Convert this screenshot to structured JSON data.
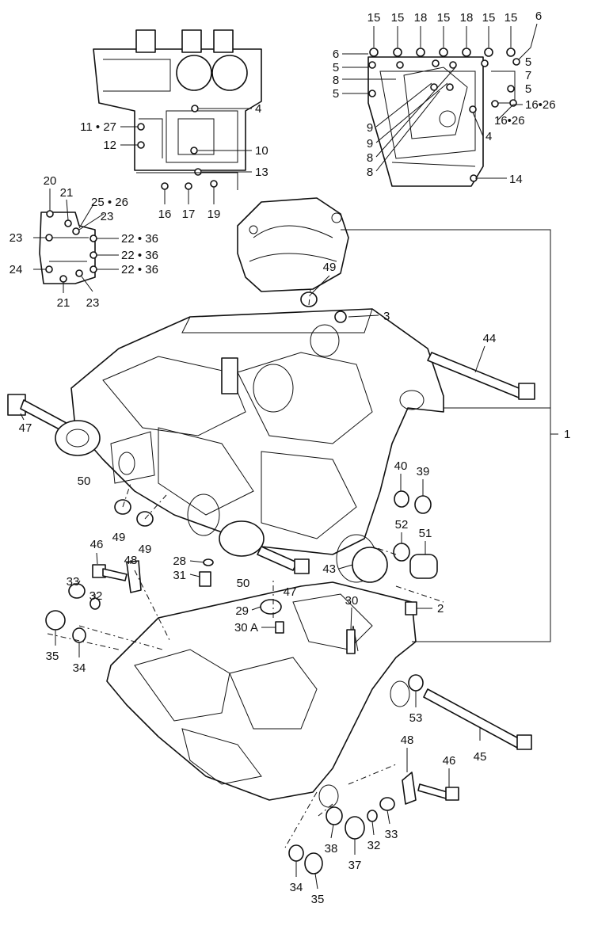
{
  "callouts": {
    "top_right_row": [
      "15",
      "15",
      "18",
      "15",
      "18",
      "15",
      "15"
    ],
    "tr_6a": "6",
    "tr_6b": "6",
    "tr_5a": "5",
    "tr_5b": "5",
    "tr_5c": "5",
    "tr_5d": "5",
    "tr_7": "7",
    "tr_8a": "8",
    "tr_8b": "8",
    "tr_8c": "8",
    "tr_9a": "9",
    "tr_9b": "9",
    "tr_16_26a": "16•26",
    "tr_16_26b": "16•26",
    "tr_4": "4",
    "tr_14": "14",
    "tl_4": "4",
    "tl_11_27": "11 • 27",
    "tl_12": "12",
    "tl_10": "10",
    "tl_13": "13",
    "tl_16": "16",
    "tl_17": "17",
    "tl_19": "19",
    "sp_20": "20",
    "sp_21a": "21",
    "sp_25_26": "25 • 26",
    "sp_23a": "23",
    "sp_23b": "23",
    "sp_23c": "23",
    "sp_24": "24",
    "sp_21b": "21",
    "sp_22_36a": "22 • 36",
    "sp_22_36b": "22 • 36",
    "sp_22_36c": "22 • 36",
    "m_49a": "49",
    "m_3": "3",
    "m_44": "44",
    "m_1": "1",
    "m_47a": "47",
    "m_50a": "50",
    "m_49b": "49",
    "m_49c": "49",
    "m_40": "40",
    "m_39": "39",
    "m_52": "52",
    "m_51": "51",
    "m_46a": "46",
    "m_48a": "48",
    "m_28": "28",
    "m_31": "31",
    "m_50b": "50",
    "m_47b": "47",
    "m_43": "43",
    "m_33a": "33",
    "m_32a": "32",
    "m_35a": "35",
    "m_34a": "34",
    "m_29": "29",
    "m_30a": "30 A",
    "m_30": "30",
    "m_2": "2",
    "m_53": "53",
    "m_45": "45",
    "m_48b": "48",
    "m_46b": "46",
    "m_32b": "32",
    "m_33b": "33",
    "m_38": "38",
    "m_37": "37",
    "m_34b": "34",
    "m_35b": "35"
  }
}
